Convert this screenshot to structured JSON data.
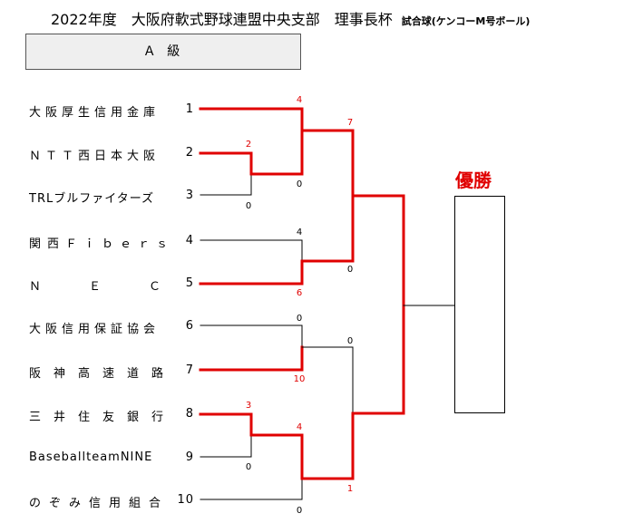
{
  "title": "2022年度　大阪府軟式野球連盟中央支部　理事長杯",
  "subtitle": "試合球(ケンコーM号ボール)",
  "grade": "Ａ 級",
  "champion_label": "優勝",
  "colors": {
    "winner": "#e00000",
    "line": "#000000",
    "box_fill": "#efefef"
  },
  "teams": [
    {
      "name": "大阪厚生信用金庫",
      "no": "1"
    },
    {
      "name": "ＮＴＴ西日本大阪",
      "no": "2"
    },
    {
      "name": "TRLブルファイターズ",
      "no": "3"
    },
    {
      "name": "関西Ｆｉｂｅｒｓ",
      "no": "4"
    },
    {
      "name": "Ｎ　　Ｅ　　Ｃ",
      "no": "5"
    },
    {
      "name": "大阪信用保証協会",
      "no": "6"
    },
    {
      "name": "阪神高速道路",
      "no": "7"
    },
    {
      "name": "三井住友銀行",
      "no": "8"
    },
    {
      "name": "BaseballteamNINE",
      "no": "9"
    },
    {
      "name": "のぞみ信用組合",
      "no": "10"
    }
  ],
  "scores": {
    "m2_3_top": "2",
    "m2_3_bot": "0",
    "m8_9_top": "3",
    "m8_9_bot": "0",
    "m1_vs_23_top": "4",
    "m1_vs_23_bot": "0",
    "m4_5_top": "4",
    "m4_5_bot": "6",
    "m6_7_top": "0",
    "m6_7_bot": "10",
    "m89_vs_10_top": "4",
    "m89_vs_10_bot": "0",
    "semi1_top": "7",
    "semi1_bot": "0",
    "semi2_top": "0",
    "semi2_bot": "1"
  }
}
